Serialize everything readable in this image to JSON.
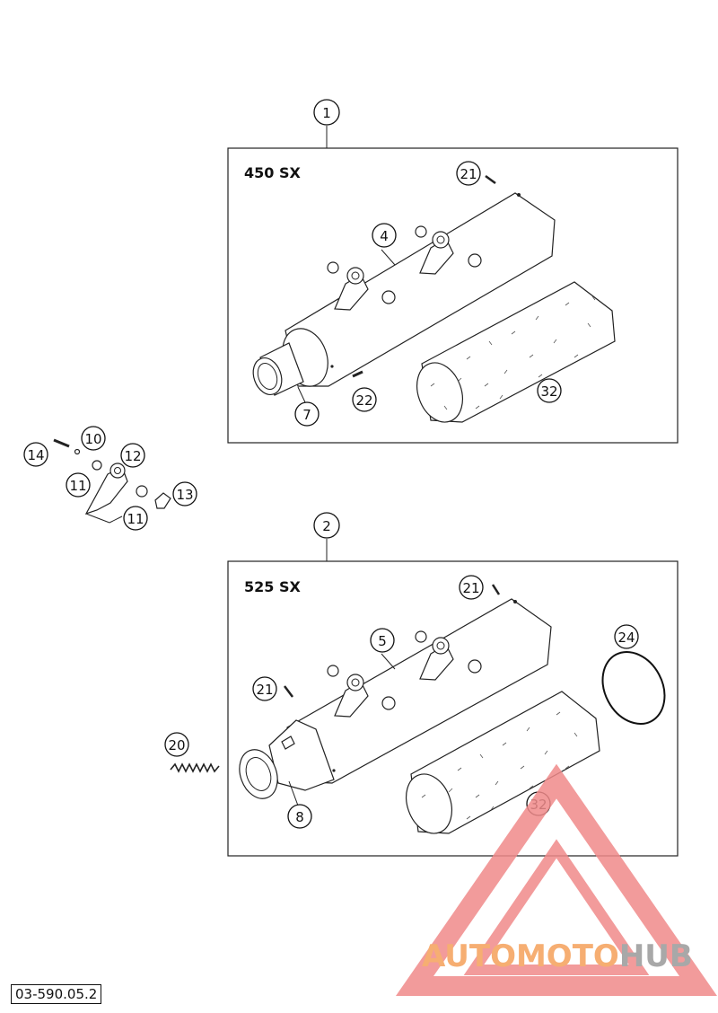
{
  "assemblies": [
    {
      "callout": "1",
      "model": "450 SX",
      "muffler_label": "4",
      "tailpipe_label": "7",
      "screw_label": "21",
      "bolt_label": "22",
      "insert_label": "32"
    },
    {
      "callout": "2",
      "model": "525 SX",
      "muffler_label": "5",
      "endcap_label": "8",
      "screw_label_top": "21",
      "screw_label_side": "21",
      "insert_label": "32",
      "oring_label": "24"
    }
  ],
  "mount_kit": {
    "labels": [
      "14",
      "10",
      "12",
      "11",
      "13",
      "11"
    ]
  },
  "spring_label": "20",
  "document_code": "03-590.05.2",
  "watermark": {
    "text_part1": "AUTOMOTO",
    "text_part2": "HUB",
    "color_orange": "#f5a05a",
    "color_grey": "#9a9a9a",
    "color_red": "#f08a8a"
  }
}
